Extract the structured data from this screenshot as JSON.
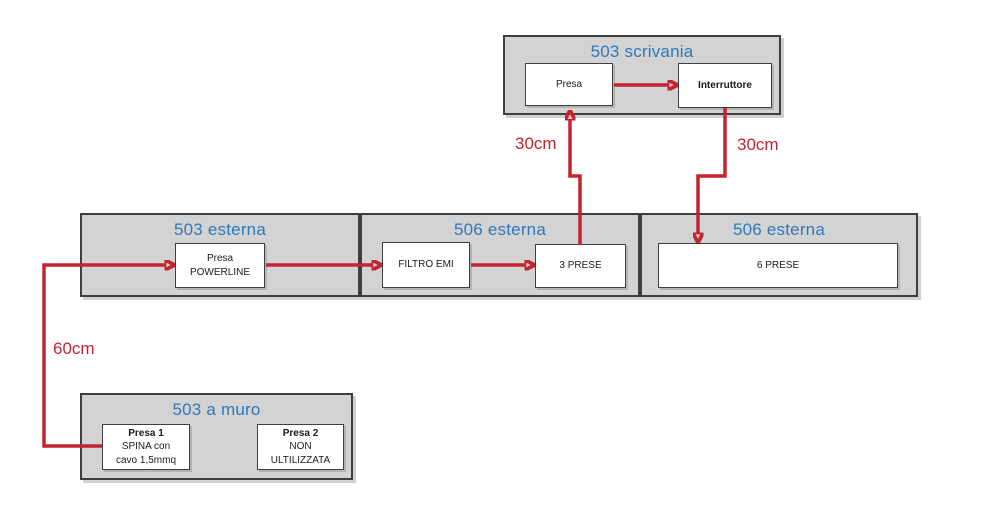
{
  "diagram": {
    "panels": {
      "scrivania": {
        "title": "503 scrivania",
        "presa": "Presa",
        "interruttore": "Interruttore"
      },
      "esterna_503": {
        "title": "503 esterna",
        "powerline_riga1": "Presa",
        "powerline_riga2": "POWERLINE"
      },
      "esterna_506_centro": {
        "title": "506 esterna",
        "filtro_emi": "FILTRO EMI",
        "tre_prese": "3 PRESE"
      },
      "esterna_506_destra": {
        "title": "506 esterna",
        "sei_prese": "6 PRESE"
      },
      "a_muro": {
        "title": "503 a muro",
        "presa1_nome": "Presa 1",
        "presa1_riga2": "SPINA con",
        "presa1_riga3": "cavo 1,5mmq",
        "presa2_nome": "Presa 2",
        "presa2_riga2": "NON",
        "presa2_riga3": "ULTILIZZATA"
      }
    },
    "cable_labels": {
      "sinistra_30cm": "30cm",
      "destra_30cm": "30cm",
      "muro_60cm": "60cm"
    },
    "colors": {
      "titolo_blu": "#2E79BD",
      "cavo_rosso": "#C4232F",
      "pannello_grigio": "#D3D3D3",
      "bordo_scuro": "#3F3F3F"
    }
  }
}
